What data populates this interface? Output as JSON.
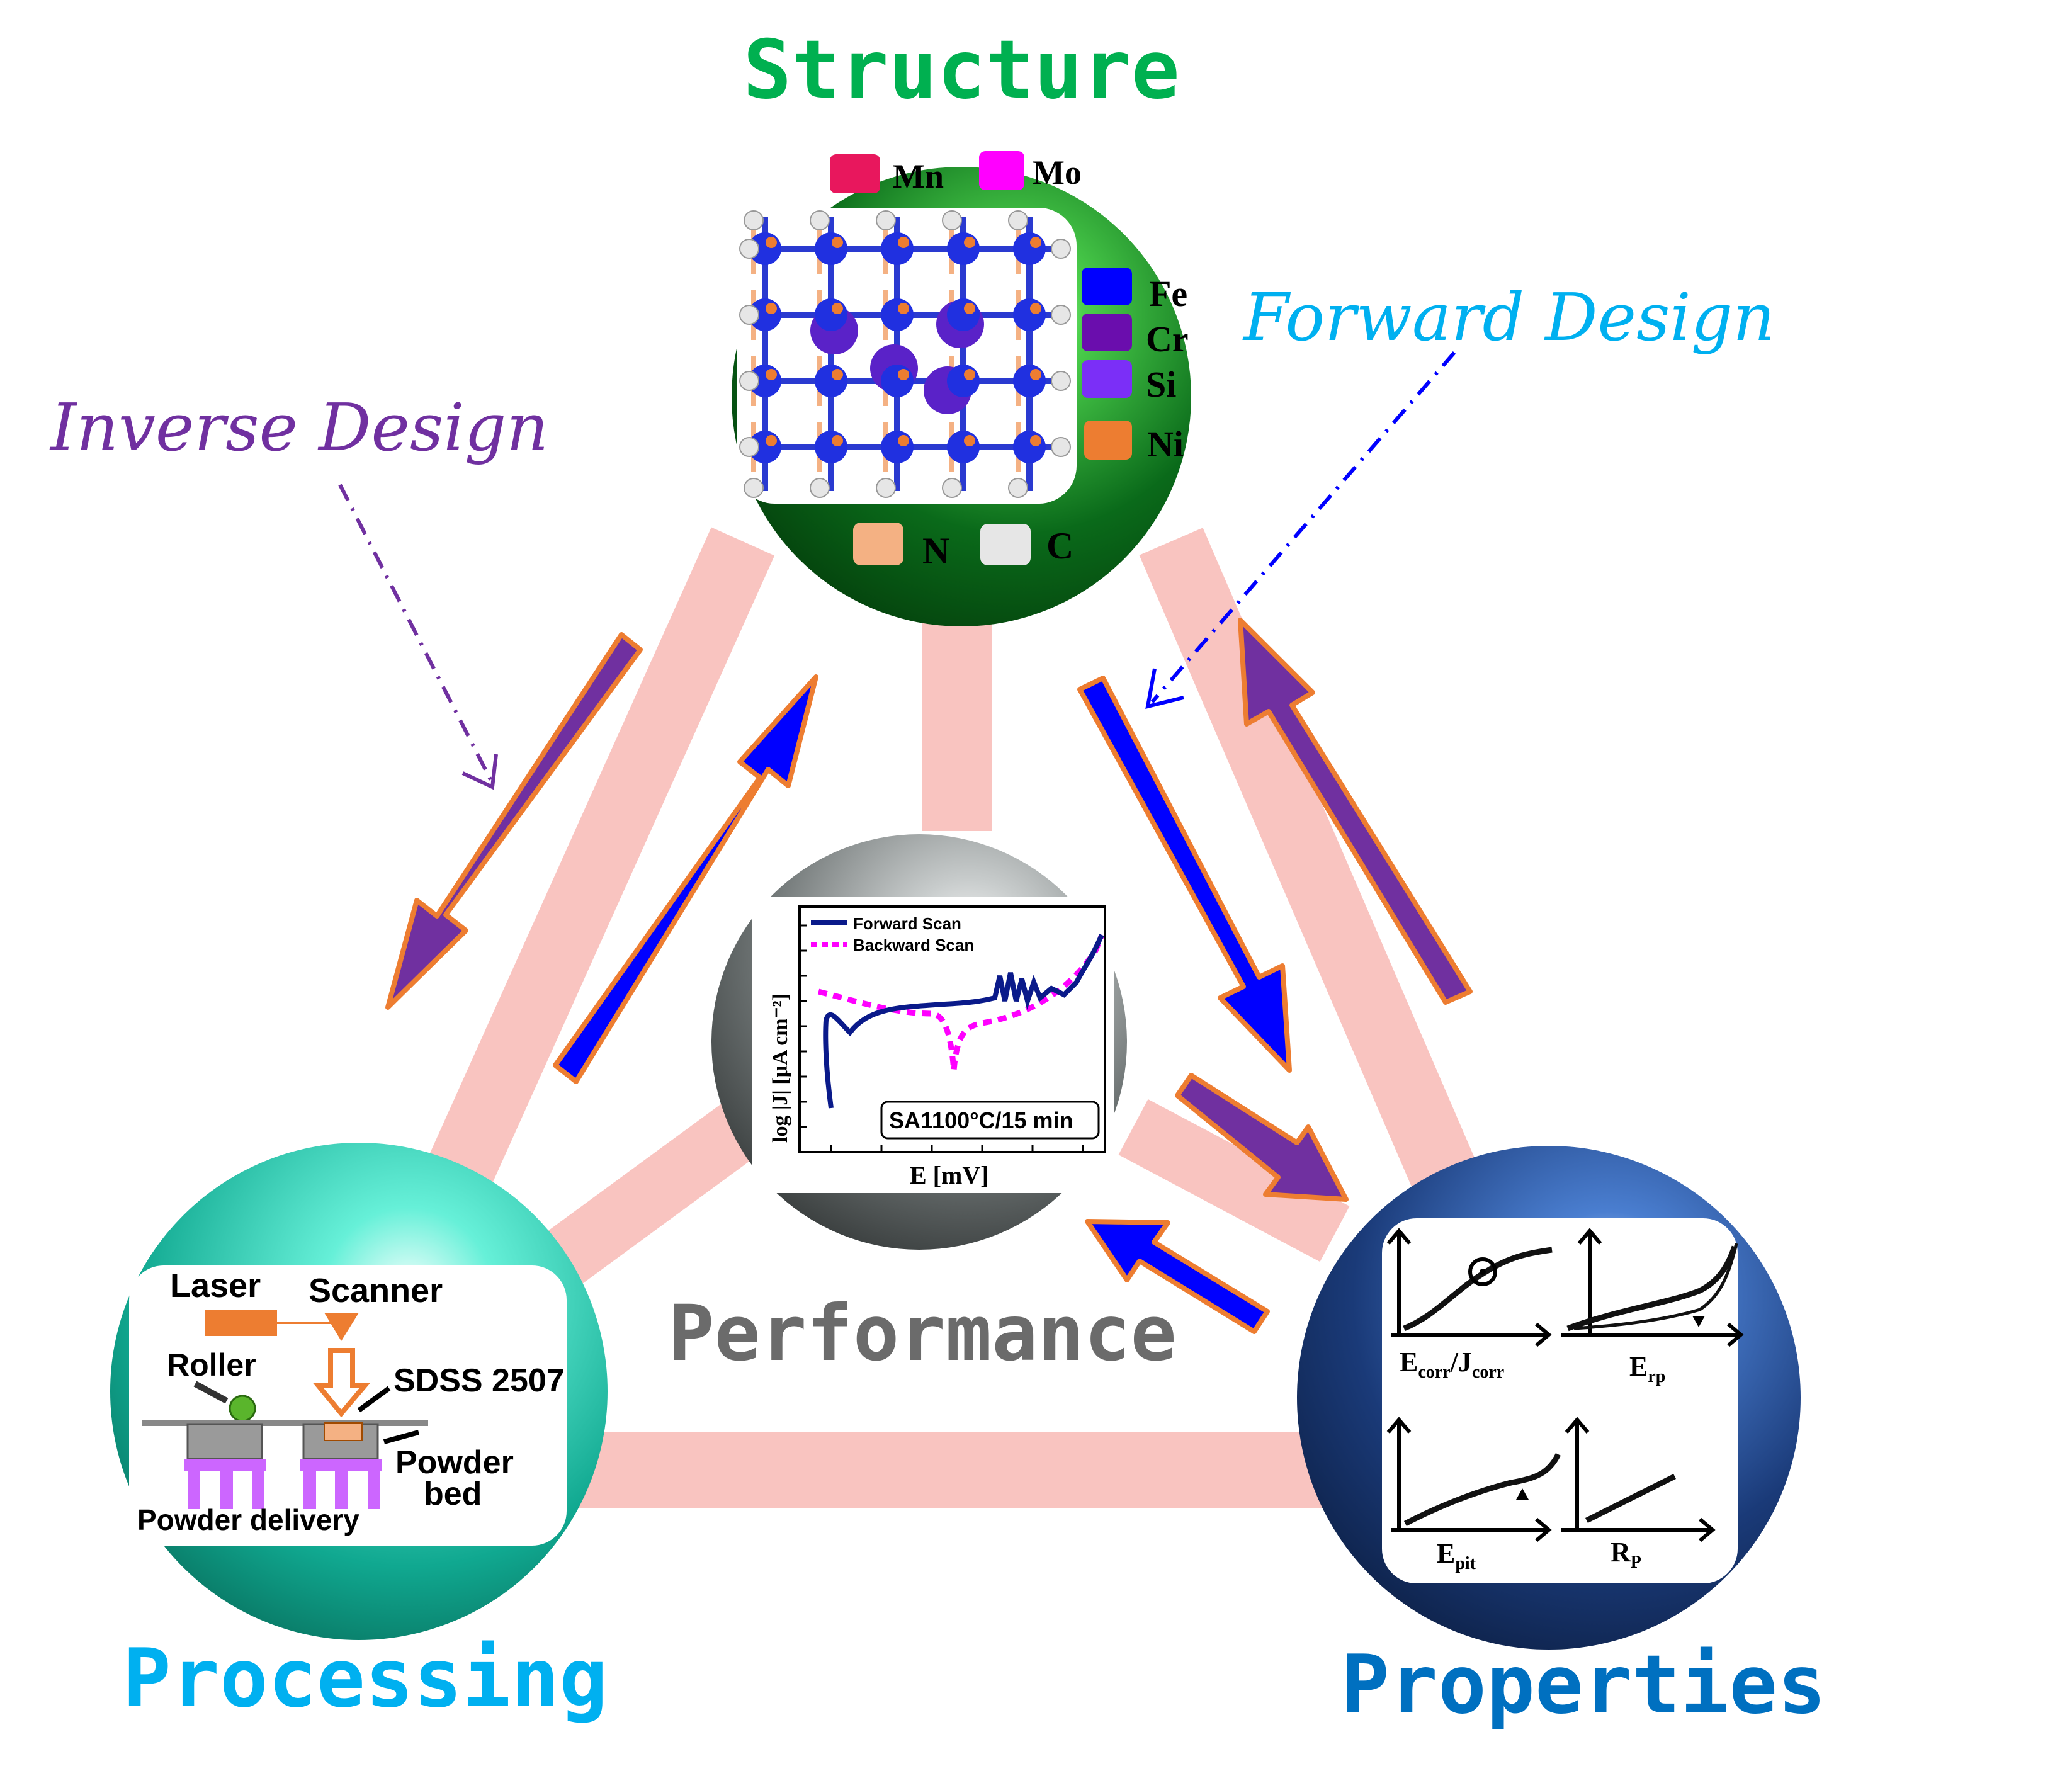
{
  "nodes": {
    "structure": {
      "title": "Structure",
      "title_color": "#00b050"
    },
    "processing": {
      "title": "Processing",
      "title_color": "#00b0f0"
    },
    "properties": {
      "title": "Properties",
      "title_color": "#0070c0"
    },
    "performance": {
      "title": "Performance",
      "title_color": "#6b6b6b"
    }
  },
  "annotations": {
    "inverse_design": {
      "text": "Inverse Design",
      "color": "#7030a0"
    },
    "forward_design": {
      "text": "Forward Design",
      "color": "#00b0f0"
    }
  },
  "legend": [
    {
      "label": "Mn",
      "color": "#e8175d"
    },
    {
      "label": "Mo",
      "color": "#ff00ff"
    },
    {
      "label": "Fe",
      "color": "#0000ff"
    },
    {
      "label": "Cr",
      "color": "#6a0dad"
    },
    {
      "label": "Si",
      "color": "#7b2ff7"
    },
    {
      "label": "Ni",
      "color": "#ed7d31"
    },
    {
      "label": "N",
      "color": "#f4b183"
    },
    {
      "label": "C",
      "color": "#e6e6e6"
    }
  ],
  "processing_panel": {
    "laser": "Laser",
    "scanner": "Scanner",
    "roller": "Roller",
    "material": "SDSS 2507",
    "powder_bed_1": "Powder",
    "powder_bed_2": "bed",
    "powder_delivery": "Powder delivery"
  },
  "performance_chart": {
    "legend_forward": "Forward Scan",
    "legend_backward": "Backward Scan",
    "ylabel": "log |J| [μA cm⁻²]",
    "xlabel": "E [mV]",
    "condition": "SA1100°C/15 min"
  },
  "properties_panel": {
    "p1": {
      "main": "E",
      "sub": "corr",
      "main2": "/J",
      "sub2": "corr"
    },
    "p2": {
      "main": "E",
      "sub": "rp"
    },
    "p3": {
      "main": "E",
      "sub": "pit"
    },
    "p4": {
      "main": "R",
      "sub": "P"
    }
  },
  "colors": {
    "connector": "#f9c4c0",
    "arrow_blue": "#0000ff",
    "arrow_purple": "#7030a0",
    "arrow_outline": "#ed7d31"
  }
}
